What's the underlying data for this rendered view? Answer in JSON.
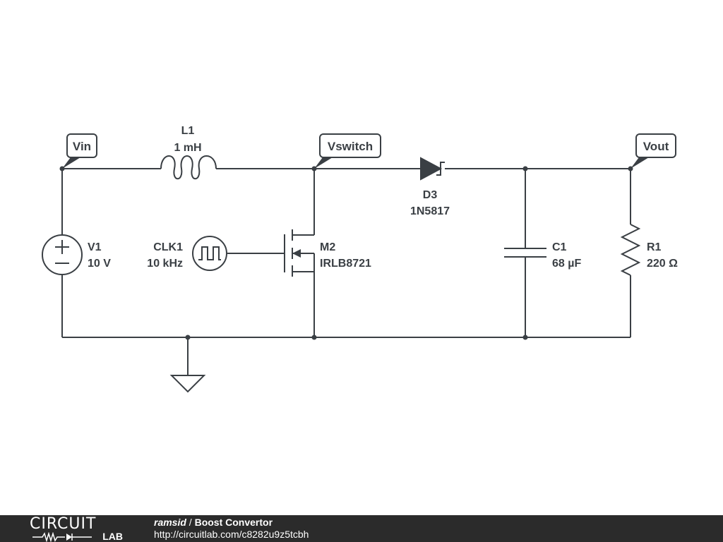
{
  "nodes": {
    "vin": "Vin",
    "vswitch": "Vswitch",
    "vout": "Vout"
  },
  "components": {
    "l1": {
      "name": "L1",
      "value": "1 mH"
    },
    "d3": {
      "name": "D3",
      "value": "1N5817"
    },
    "v1": {
      "name": "V1",
      "value": "10 V"
    },
    "clk1": {
      "name": "CLK1",
      "value": "10 kHz"
    },
    "m2": {
      "name": "M2",
      "value": "IRLB8721"
    },
    "c1": {
      "name": "C1",
      "value": "68 µF"
    },
    "r1": {
      "name": "R1",
      "value": "220 Ω"
    }
  },
  "footer": {
    "logo_top": "CIRCUIT",
    "logo_bottom": "LAB",
    "author": "ramsid",
    "separator": " / ",
    "title": "Boost Convertor",
    "url": "http://circuitlab.com/c8282u9z5tcbh"
  },
  "colors": {
    "ink": "#3a3f44",
    "footer_bg": "#2b2b2b"
  }
}
